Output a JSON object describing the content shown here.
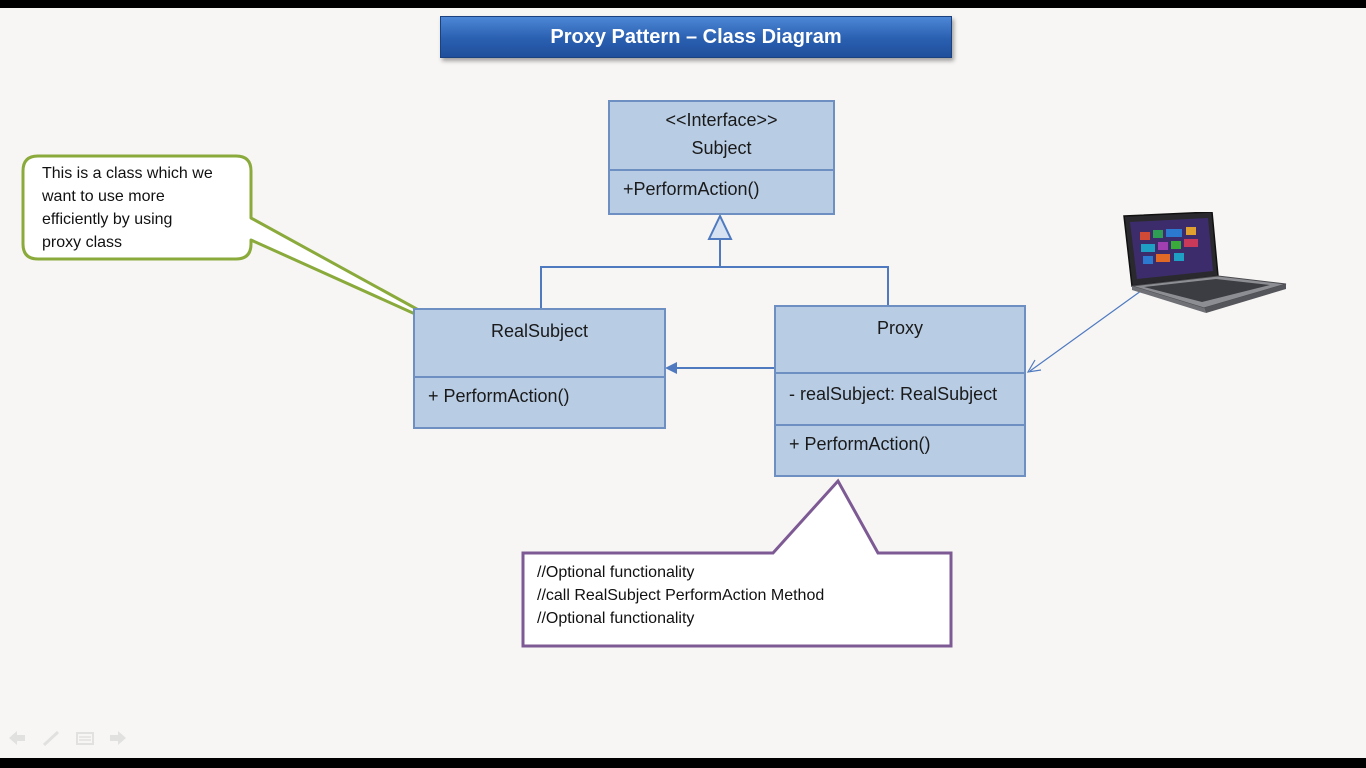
{
  "title": "Proxy Pattern – Class Diagram",
  "subject": {
    "stereotype": "<<Interface>>",
    "name": "Subject",
    "method": "+PerformAction()"
  },
  "real_subject": {
    "name": "RealSubject",
    "method": "+ PerformAction()"
  },
  "proxy": {
    "name": "Proxy",
    "field": "- realSubject: RealSubject",
    "method": "+ PerformAction()"
  },
  "callout_green": {
    "lines": [
      "This is a class  which we",
      "want to use more",
      "efficiently by using",
      "proxy class"
    ]
  },
  "callout_purple": {
    "lines": [
      "//Optional functionality",
      "//call RealSubject PerformAction Method",
      "//Optional functionality"
    ]
  },
  "icons": [
    "laptop-icon",
    "back-arrow-icon",
    "pen-icon",
    "menu-icon",
    "forward-arrow-icon"
  ],
  "colors": {
    "title_bar": "#2a5fb0",
    "class_fill": "#b8cce4",
    "class_border": "#6d8fc2",
    "green_callout": "#8aaa3b",
    "purple_callout": "#7e5a95",
    "connector": "#4f7ac0"
  }
}
